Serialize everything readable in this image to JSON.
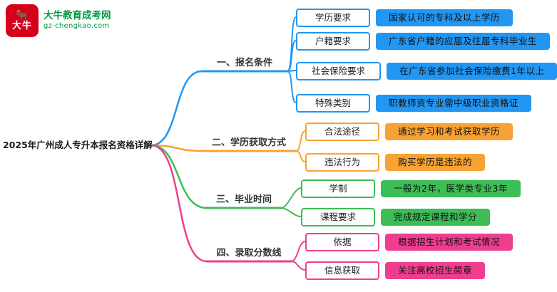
{
  "logo": {
    "icon_text": "大牛",
    "horns": "🐂",
    "brand": "大牛教育成考网",
    "domain": "gz-chengkao.com",
    "icon_bg": "#d6001c",
    "brand_color": "#009a44"
  },
  "central_topic": "2025年广州成人专升本报名资格详解",
  "branches": [
    {
      "label": "一、报名条件",
      "color": "#2196f3",
      "items": [
        {
          "label": "学历要求",
          "value": "国家认可的专科及以上学历"
        },
        {
          "label": "户籍要求",
          "value": "广东省户籍的应届及往届专科毕业生"
        },
        {
          "label": "社会保险要求",
          "value": "在广东省参加社会保险缴费1年以上"
        },
        {
          "label": "特殊类别",
          "value": "职教师资专业需中级职业资格证"
        }
      ]
    },
    {
      "label": "二、学历获取方式",
      "color": "#f7a234",
      "items": [
        {
          "label": "合法途径",
          "value": "通过学习和考试获取学历"
        },
        {
          "label": "违法行为",
          "value": "购买学历是违法的"
        }
      ]
    },
    {
      "label": "三、毕业时间",
      "color": "#3dbd56",
      "items": [
        {
          "label": "学制",
          "value": "一般为2年，医学类专业3年"
        },
        {
          "label": "课程要求",
          "value": "完成规定课程和学分"
        }
      ]
    },
    {
      "label": "四、录取分数线",
      "color": "#ef3e8f",
      "items": [
        {
          "label": "依据",
          "value": "根据招生计划和考试情况"
        },
        {
          "label": "信息获取",
          "value": "关注高校招生简章"
        }
      ]
    }
  ]
}
